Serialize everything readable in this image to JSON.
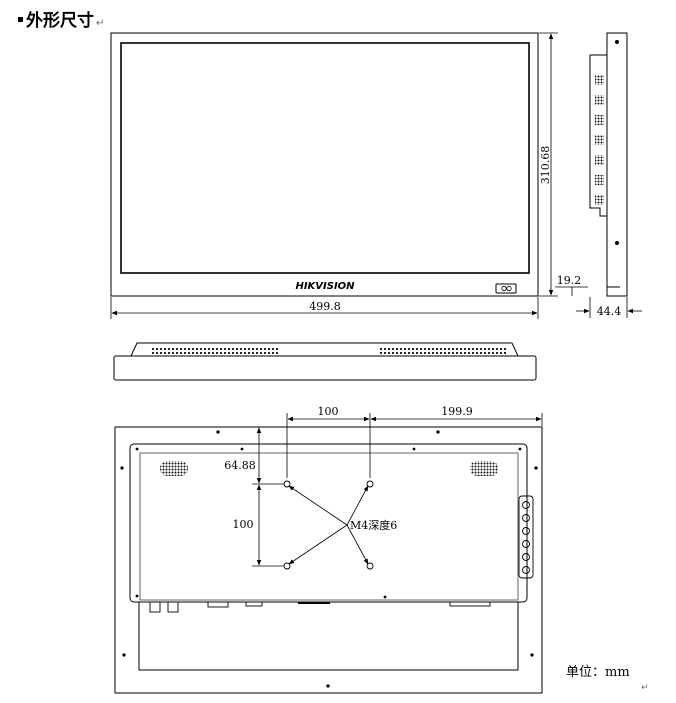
{
  "heading": {
    "text": "外形尺寸",
    "return_mark": "↵"
  },
  "front_view": {
    "brand": "HIKVISION",
    "dim_width": "499.8",
    "dim_height": "310.68",
    "dim_bottom_offset": "19.2"
  },
  "side_view": {
    "dim_depth": "44.4"
  },
  "rear_view": {
    "dim_vesa_horizontal": "100",
    "dim_right_offset": "199.9",
    "dim_top_offset": "64.88",
    "dim_vesa_vertical": "100",
    "screw_label": "M4深度6"
  },
  "unit_label": "单位：mm",
  "unit_return_mark": "↵"
}
